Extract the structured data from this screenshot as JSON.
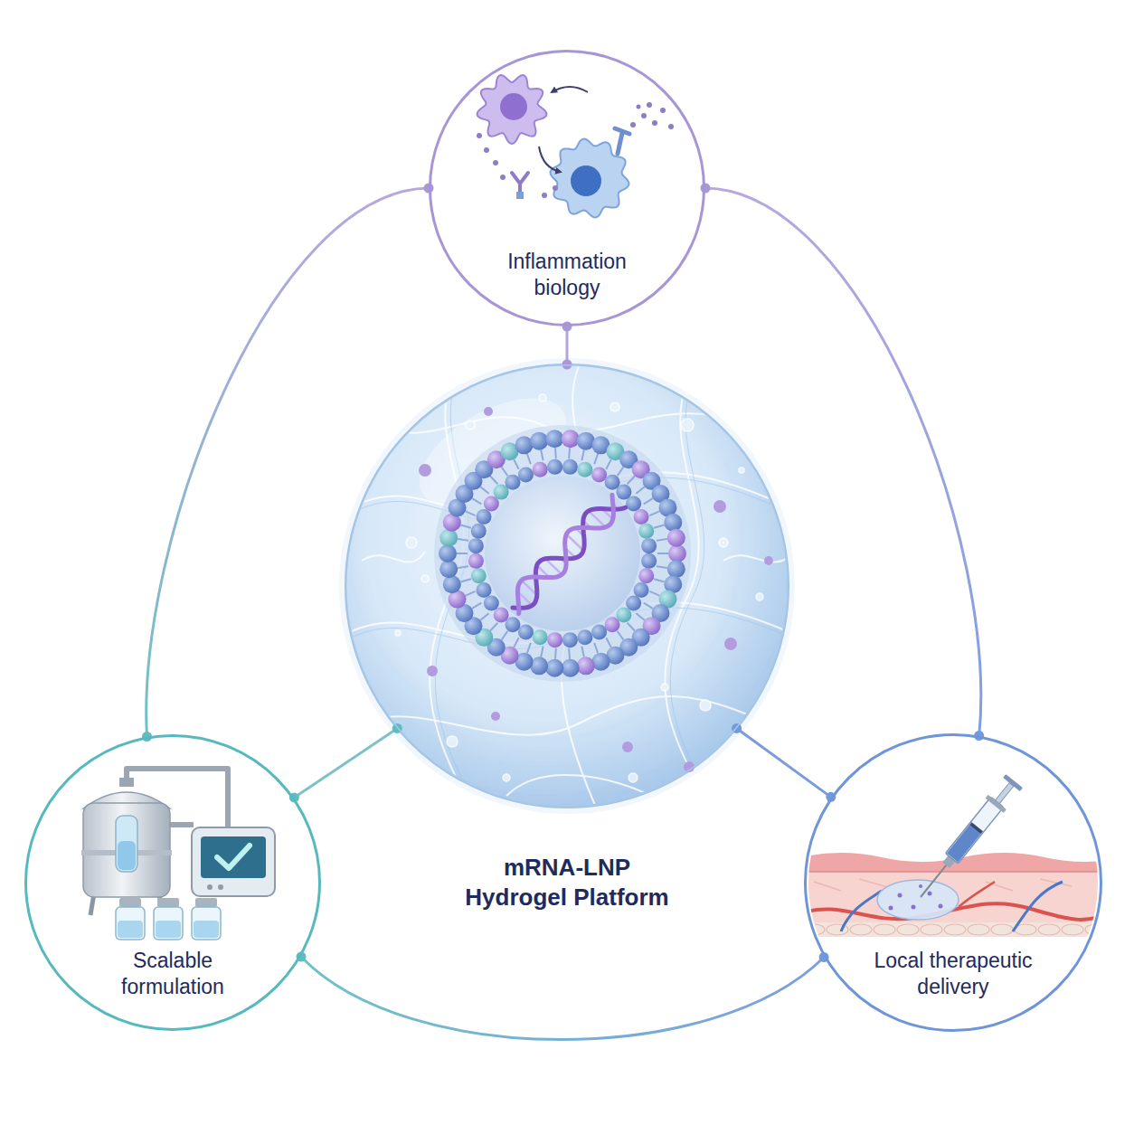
{
  "diagram": {
    "nodes": [
      {
        "text": [
          "Inflammation biology"
        ]
      },
      {
        "text": [
          "mRNA-LNP Hydrogel Platform"
        ]
      },
      {
        "text": [
          "Scalable formulation"
        ]
      },
      {
        "text": [
          "Local therapeutic delivery"
        ]
      }
    ],
    "edges": [
      {
        "from": 1,
        "to": 0,
        "arrow": "none"
      },
      {
        "from": 1,
        "to": 2,
        "arrow": "none"
      },
      {
        "from": 1,
        "to": 3,
        "arrow": "none"
      },
      {
        "from": 0,
        "to": 2,
        "arrow": "none"
      },
      {
        "from": 0,
        "to": 3,
        "arrow": "none"
      },
      {
        "from": 2,
        "to": 3,
        "arrow": "none"
      }
    ]
  }
}
